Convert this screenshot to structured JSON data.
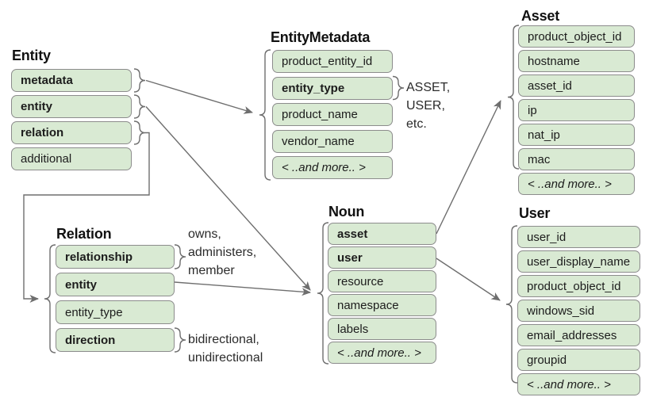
{
  "diagram": {
    "colors": {
      "background": "#ffffff",
      "row_fill": "#d9ead3",
      "row_border": "#8c8c8c",
      "connector": "#6e6e6e",
      "text": "#1c1c1c"
    },
    "tables": [
      {
        "id": "entity",
        "title": "Entity",
        "rows": [
          {
            "label": "metadata",
            "bold": true
          },
          {
            "label": "entity",
            "bold": true
          },
          {
            "label": "relation",
            "bold": true
          },
          {
            "label": "additional"
          }
        ]
      },
      {
        "id": "entity_metadata",
        "title": "EntityMetadata",
        "rows": [
          {
            "label": "product_entity_id"
          },
          {
            "label": "entity_type",
            "bold": true
          },
          {
            "label": "product_name"
          },
          {
            "label": "vendor_name"
          },
          {
            "label": "< ..and more.. >",
            "italic": true
          }
        ]
      },
      {
        "id": "asset",
        "title": "Asset",
        "rows": [
          {
            "label": "product_object_id"
          },
          {
            "label": "hostname"
          },
          {
            "label": "asset_id"
          },
          {
            "label": "ip"
          },
          {
            "label": "nat_ip"
          },
          {
            "label": "mac"
          },
          {
            "label": "< ..and more.. >",
            "italic": true
          }
        ]
      },
      {
        "id": "noun",
        "title": "Noun",
        "rows": [
          {
            "label": "asset",
            "bold": true
          },
          {
            "label": "user",
            "bold": true
          },
          {
            "label": "resource"
          },
          {
            "label": "namespace"
          },
          {
            "label": "labels"
          },
          {
            "label": "< ..and more.. >",
            "italic": true
          }
        ]
      },
      {
        "id": "relation",
        "title": "Relation",
        "rows": [
          {
            "label": "relationship",
            "bold": true
          },
          {
            "label": "entity",
            "bold": true
          },
          {
            "label": "entity_type"
          },
          {
            "label": "direction",
            "bold": true
          }
        ]
      },
      {
        "id": "user",
        "title": "User",
        "rows": [
          {
            "label": "user_id"
          },
          {
            "label": "user_display_name"
          },
          {
            "label": "product_object_id"
          },
          {
            "label": "windows_sid"
          },
          {
            "label": "email_addresses"
          },
          {
            "label": "groupid"
          },
          {
            "label": "< ..and more.. >",
            "italic": true
          }
        ]
      }
    ],
    "annotations": [
      {
        "id": "entity-type-values",
        "lines": [
          "ASSET,",
          "USER,",
          "etc."
        ]
      },
      {
        "id": "relationship-values",
        "lines": [
          "owns,",
          "administers,",
          "member"
        ]
      },
      {
        "id": "direction-values",
        "lines": [
          "bidirectional,",
          "unidirectional"
        ]
      }
    ]
  }
}
